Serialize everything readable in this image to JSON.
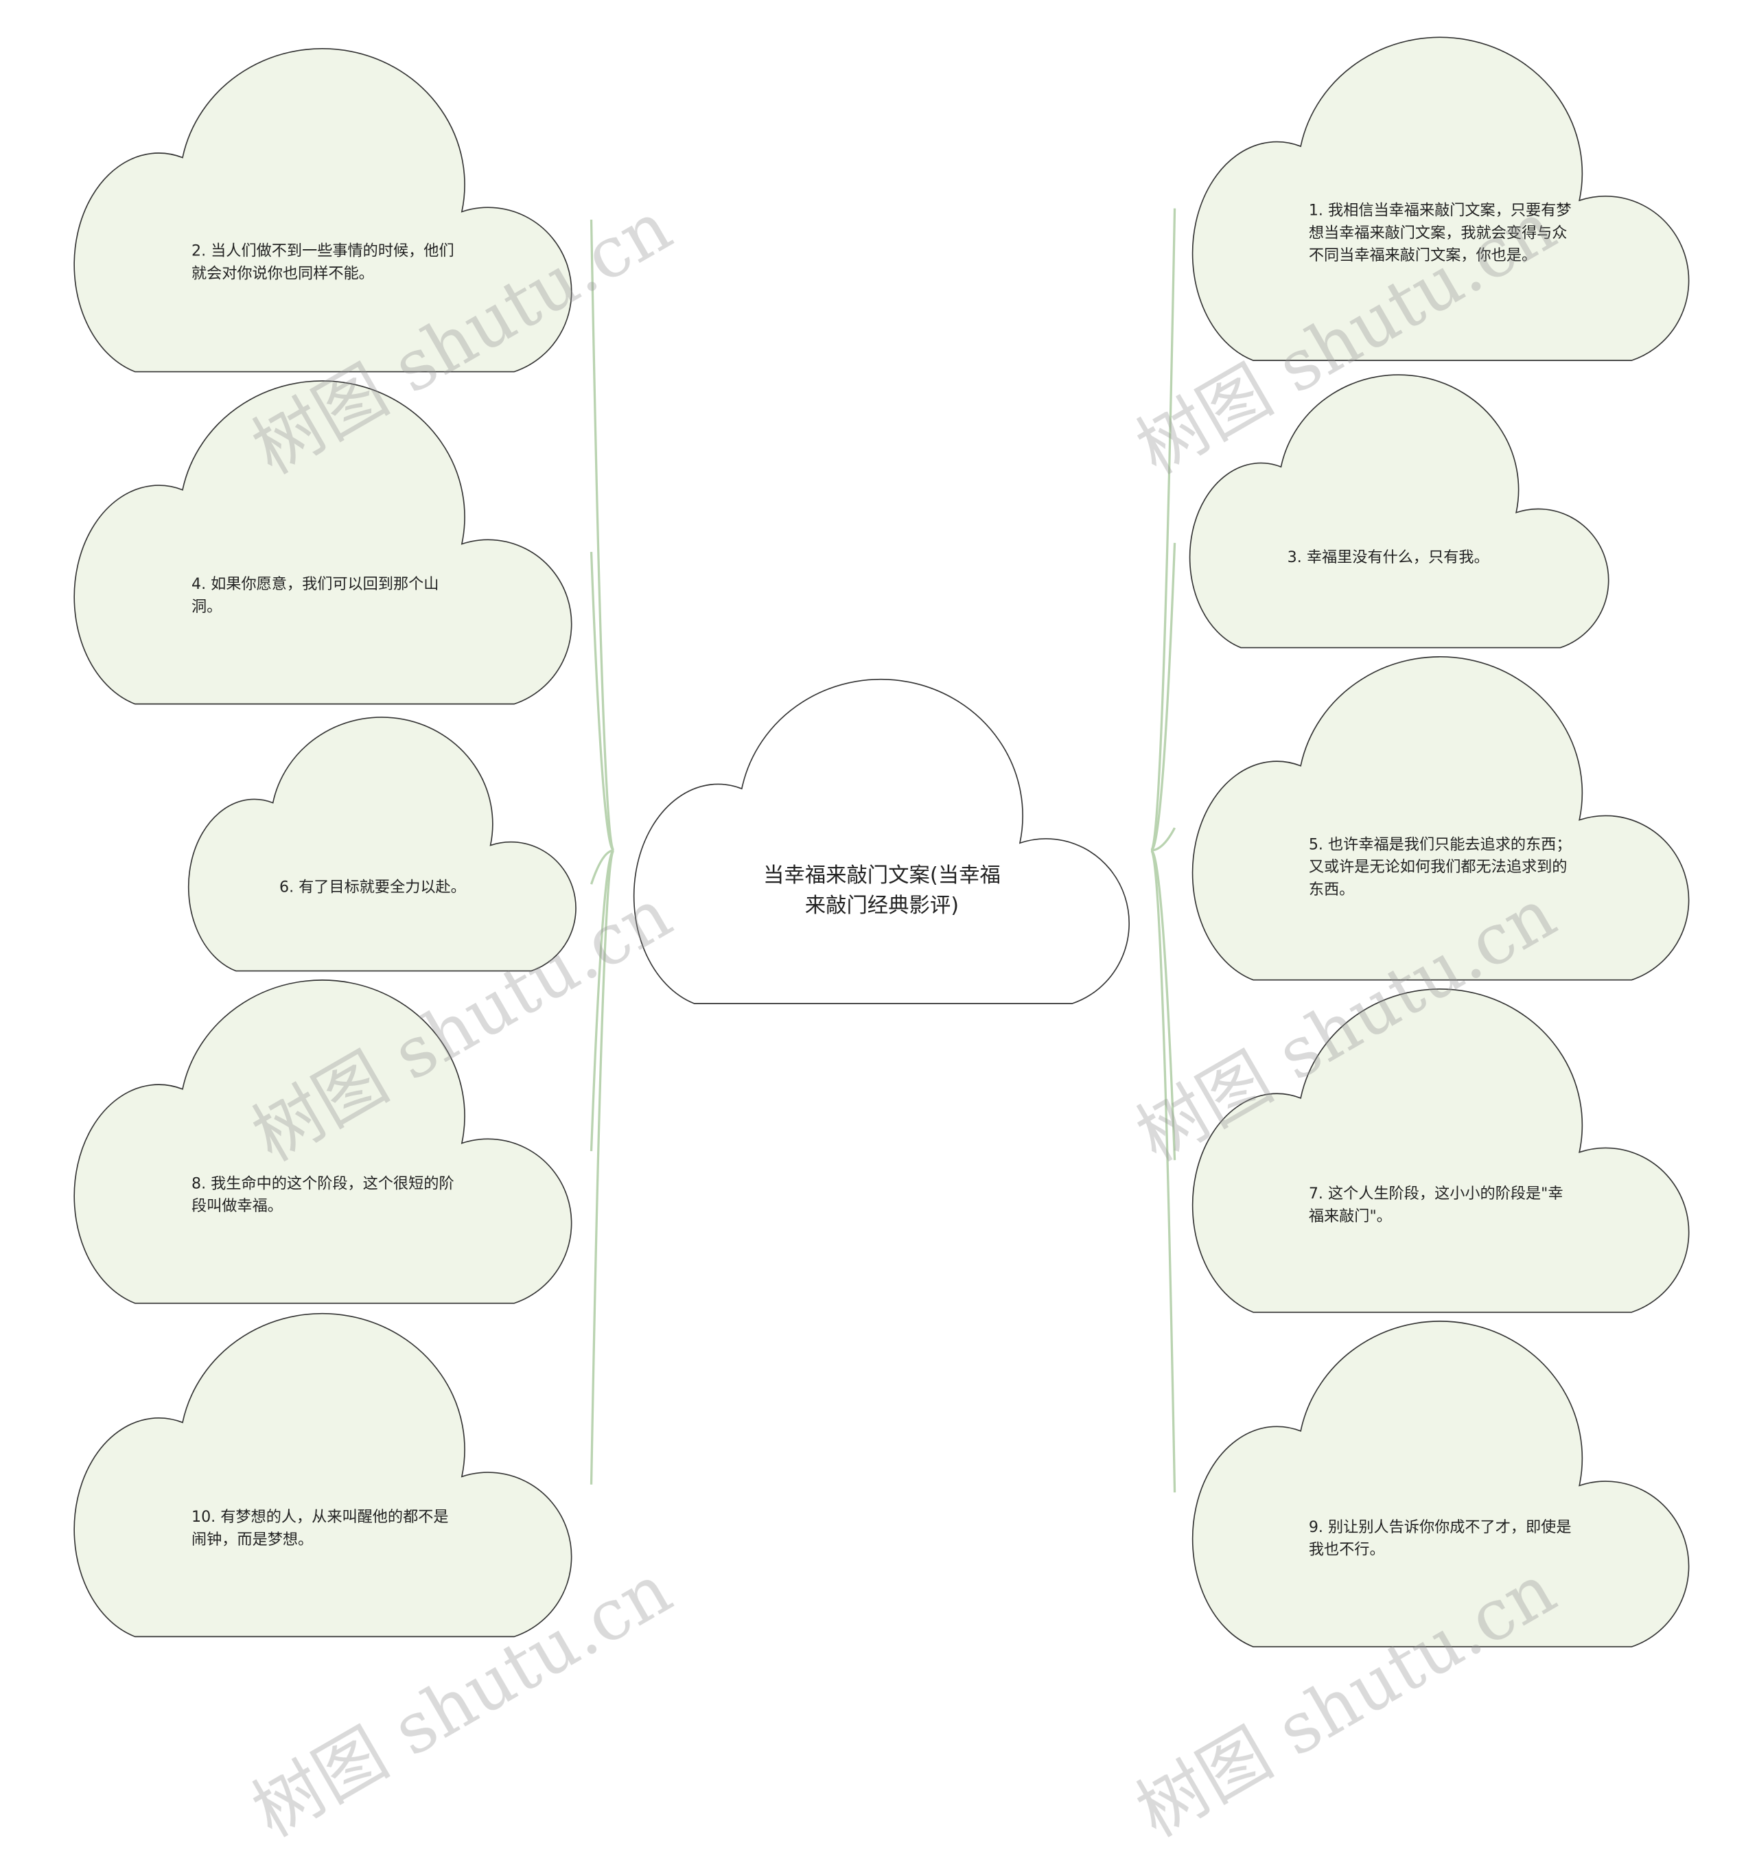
{
  "colors": {
    "node_fill": "#f0f5e8",
    "root_fill": "#ffffff",
    "stroke": "#333333",
    "connector": "#b9d3b0"
  },
  "root": {
    "label_line1": "当幸福来敲门文案(当幸福",
    "label_line2": "来敲门经典影评)"
  },
  "nodes": [
    {
      "label": "1. 我相信当幸福来敲门文案，只要有梦想当幸福来敲门文案，我就会变得与众不同当幸福来敲门文案，你也是。"
    },
    {
      "label": "2. 当人们做不到一些事情的时候，他们就会对你说你也同样不能。"
    },
    {
      "label": "3. 幸福里没有什么，只有我。"
    },
    {
      "label": "4. 如果你愿意，我们可以回到那个山洞。"
    },
    {
      "label": "5. 也许幸福是我们只能去追求的东西；又或许是无论如何我们都无法追求到的东西。"
    },
    {
      "label": "6. 有了目标就要全力以赴。"
    },
    {
      "label": "7. 这个人生阶段，这小小的阶段是\"幸福来敲门\"。"
    },
    {
      "label": "8. 我生命中的这个阶段，这个很短的阶段叫做幸福。"
    },
    {
      "label": "9. 别让别人告诉你你成不了才，即使是我也不行。"
    },
    {
      "label": "10. 有梦想的人，从来叫醒他的都不是闹钟，而是梦想。"
    }
  ],
  "watermark": "树图 shutu.cn"
}
